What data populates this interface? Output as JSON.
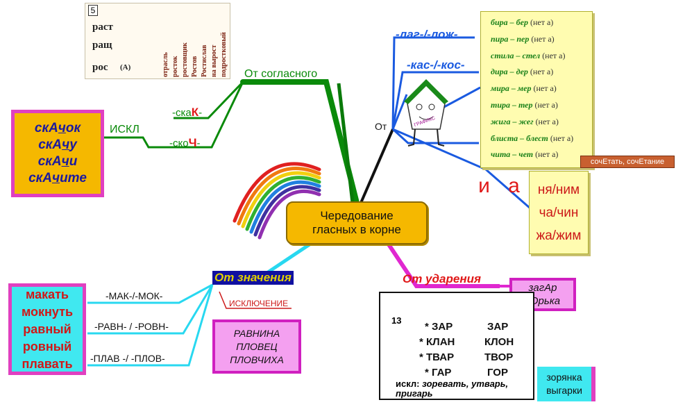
{
  "center": {
    "line1": "Чередование",
    "line2": "гласных в корне"
  },
  "branch_soglasnogo": "От согласного",
  "branch_znacheniya": "От значения",
  "branch_udareniya": "От ударения",
  "branch_ot": "От",
  "iskl_label": "ИСКЛ",
  "iskl_label2": "ИСКЛЮЧЕНИЕ",
  "suffix_skak": {
    "a": "-ска",
    "b": "К",
    "c": "-"
  },
  "suffix_skoch": {
    "a": "-ско",
    "b": "Ч",
    "c": "-"
  },
  "skachok": {
    "items": [
      {
        "pre": "скА",
        "u": "ч",
        "post": "ок"
      },
      {
        "pre": "скА",
        "u": "ч",
        "post": "у"
      },
      {
        "pre": "скА",
        "u": "ч",
        "post": "и"
      },
      {
        "pre": "скА",
        "u": "ч",
        "post": "ите"
      }
    ]
  },
  "book": {
    "number": "5",
    "roots": [
      "раст",
      "ращ",
      "рос"
    ],
    "root_suffix": "(А)",
    "vertical_words": [
      "отрасль",
      "росток",
      "ростовщик",
      "Ростов",
      "Ростислав",
      "на вырост",
      "подростковый"
    ]
  },
  "lag_lozh": "-лаг-/-лож-",
  "kas_kos": "-кас-/-кос-",
  "character_label": "ГРАФИКС",
  "yellow_note": {
    "rows": [
      {
        "word": "бира – бер",
        "note": "(нет а)"
      },
      {
        "word": "пира – пер",
        "note": "(нет а)"
      },
      {
        "word": "стила – стел",
        "note": "(нет а)"
      },
      {
        "word": "дира – дер",
        "note": "(нет а)"
      },
      {
        "word": "мира – мер",
        "note": "(нет а)"
      },
      {
        "word": "тира – тер",
        "note": "(нет а)"
      },
      {
        "word": "жига – жег",
        "note": "(нет а)"
      },
      {
        "word": "блиста – блест",
        "note": "(нет а)"
      },
      {
        "word": "чита – чет",
        "note": "(нет а)"
      }
    ]
  },
  "sochet": {
    "a": "сочЕтать, сочЕтание"
  },
  "ia": {
    "i": "и",
    "a": "а"
  },
  "nya_note": [
    "ня/ним",
    "ча/чин",
    "жа/жим"
  ],
  "znach_roots": [
    "-МАК-/-МОК-",
    "-РАВН- / -РОВН-",
    "-ПЛАВ -/ -ПЛОВ-"
  ],
  "makat": [
    "макать",
    "мокнуть",
    "равный",
    "ровный",
    "плавать"
  ],
  "ravnina": [
    "РАВНИНА",
    "ПЛОВЕЦ",
    "ПЛОВЧИХА"
  ],
  "zagar": [
    "загАр",
    "зОрька"
  ],
  "zoryanka": [
    "зорянка",
    "выгарки"
  ],
  "lesson": {
    "number": "13",
    "left": [
      "ЗАР",
      "КЛАН",
      "ТВАР",
      "ГАР"
    ],
    "right": [
      "ЗАР",
      "КЛОН",
      "ТВОР",
      "ГОР"
    ],
    "iskl_prefix": "искл:",
    "iskl_words": "зоревать, утварь, пригарь"
  },
  "colors": {
    "green_branch": "#0a8a0a",
    "blue_branch": "#1a5ae0",
    "cyan_branch": "#28d8f0",
    "magenta_branch": "#e028d0",
    "center_fill": "#f5b800"
  }
}
